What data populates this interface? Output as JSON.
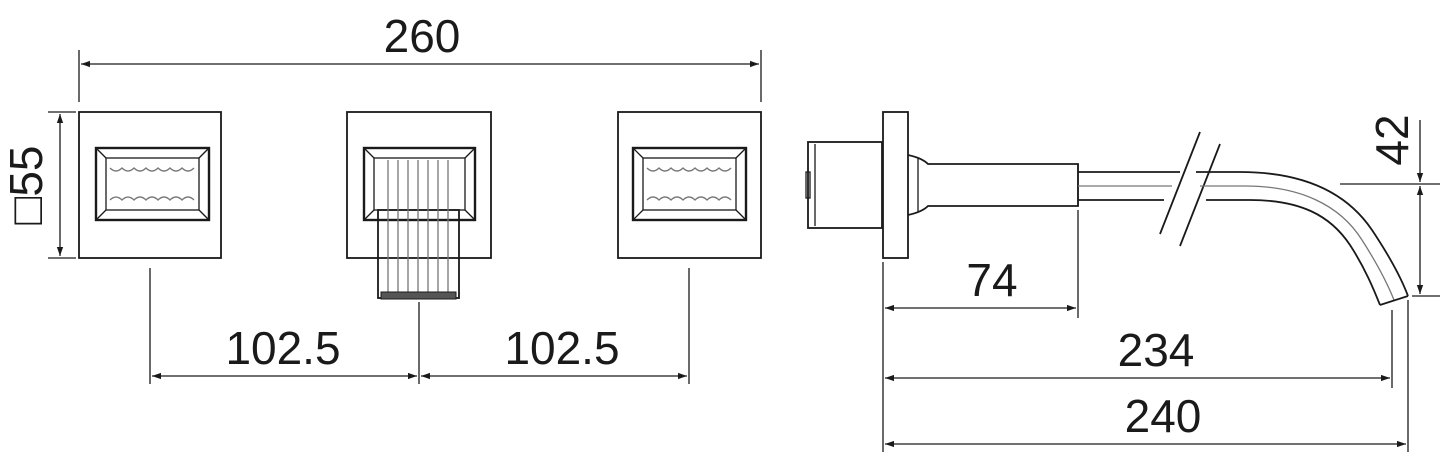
{
  "dimensions": {
    "overall_width": "260",
    "plate_size": "□55",
    "left_spacing": "102.5",
    "right_spacing": "102.5",
    "spout_height": "42",
    "body_depth": "74",
    "spout_reach": "234",
    "total_reach": "240"
  }
}
